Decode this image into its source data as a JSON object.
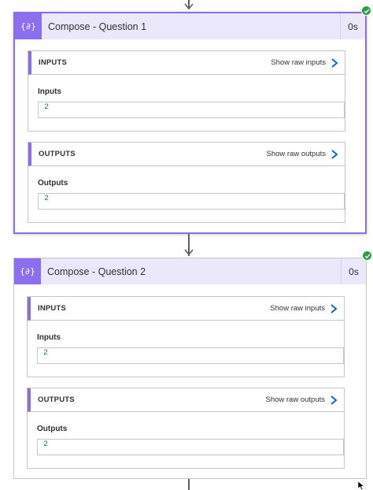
{
  "steps": [
    {
      "title": "Compose - Question 1",
      "duration": "0s",
      "status": "succeeded",
      "inputs": {
        "section_label": "INPUTS",
        "raw_link": "Show raw inputs",
        "field_label": "Inputs",
        "value": "2"
      },
      "outputs": {
        "section_label": "OUTPUTS",
        "raw_link": "Show raw outputs",
        "field_label": "Outputs",
        "value": "2"
      }
    },
    {
      "title": "Compose - Question 2",
      "duration": "0s",
      "status": "succeeded",
      "inputs": {
        "section_label": "INPUTS",
        "raw_link": "Show raw inputs",
        "field_label": "Inputs",
        "value": "2"
      },
      "outputs": {
        "section_label": "OUTPUTS",
        "raw_link": "Show raw outputs",
        "field_label": "Outputs",
        "value": "2"
      }
    }
  ],
  "icon": {
    "name": "compose-icon",
    "glyph": "{∂}"
  },
  "colors": {
    "accent": "#8c6ff0",
    "header_bg": "#ece8fb",
    "success": "#2d9f43",
    "link": "#0f6cbd"
  }
}
